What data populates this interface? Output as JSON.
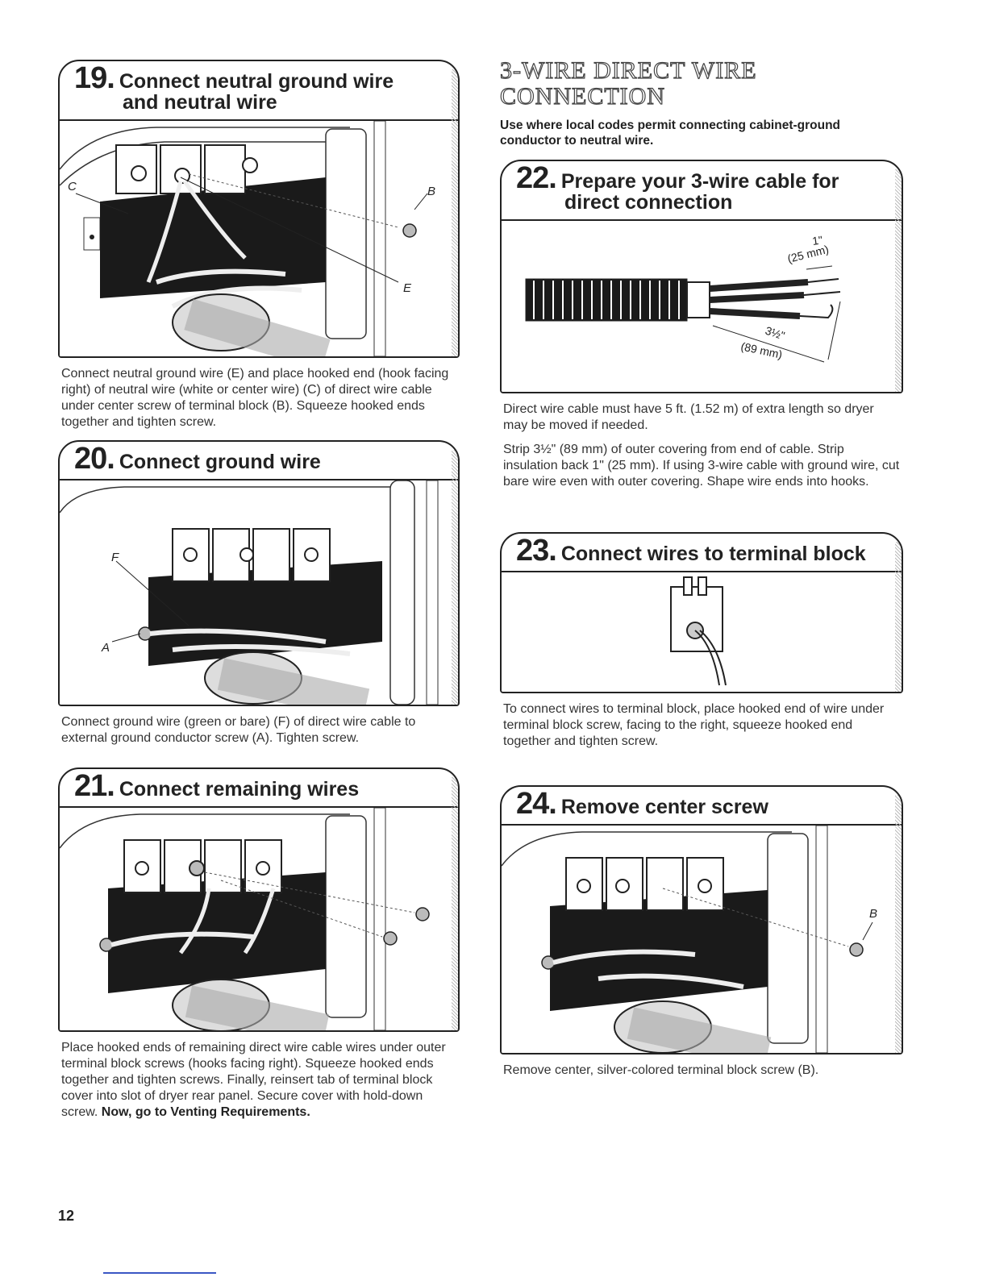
{
  "section": {
    "title_line1": "3-WIRE DIRECT WIRE",
    "title_line2": "CONNECTION",
    "description": "Use where local codes permit connecting cabinet-ground conductor to neutral wire."
  },
  "steps": {
    "s19": {
      "number": "19.",
      "title_line1": "Connect neutral ground wire",
      "title_line2": "and neutral wire",
      "labels": {
        "c": "C",
        "b": "B",
        "e": "E"
      },
      "text": "Connect neutral ground wire (E) and place hooked end (hook facing right) of neutral wire (white or center wire) (C) of direct wire cable under center screw of terminal block (B). Squeeze hooked ends together and tighten screw."
    },
    "s20": {
      "number": "20.",
      "title_line1": "Connect ground wire",
      "labels": {
        "f": "F",
        "a": "A"
      },
      "text": "Connect ground wire (green or bare) (F) of direct wire cable to external ground conductor screw (A). Tighten screw."
    },
    "s21": {
      "number": "21.",
      "title_line1": "Connect remaining wires",
      "text": "Place hooked ends of remaining direct wire cable wires under outer terminal block screws (hooks facing right). Squeeze hooked ends together and tighten screws. Finally, reinsert tab of terminal block cover into slot of dryer rear panel. Secure cover with hold-down screw.",
      "text_bold": "Now, go to Venting Requirements."
    },
    "s22": {
      "number": "22.",
      "title_line1": "Prepare your 3-wire cable for",
      "title_line2": "direct connection",
      "dim1_in": "1\"",
      "dim1_mm": "(25 mm)",
      "dim2_in": "3½\"",
      "dim2_mm": "(89 mm)",
      "text1": "Direct wire cable must have 5 ft. (1.52 m) of extra length so dryer may be moved if needed.",
      "text2": "Strip 3½\" (89 mm) of outer covering from end of cable. Strip insulation back 1\" (25 mm). If using 3-wire cable with ground wire, cut bare wire even with outer covering. Shape wire ends into hooks."
    },
    "s23": {
      "number": "23.",
      "title_line1": "Connect wires to terminal block",
      "text": "To connect wires to terminal block, place hooked end of wire under terminal block screw, facing to the right, squeeze hooked end together and tighten screw."
    },
    "s24": {
      "number": "24.",
      "title_line1": "Remove center screw",
      "labels": {
        "b": "B"
      },
      "text": "Remove center, silver-colored terminal block screw (B)."
    }
  },
  "page_number": "12"
}
